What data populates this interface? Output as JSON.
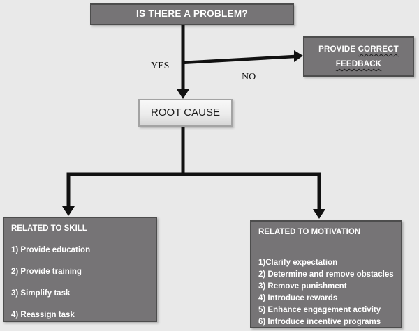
{
  "diagram": {
    "title_box": {
      "label": "IS THERE A PROBLEM?"
    },
    "branch_labels": {
      "yes": "YES",
      "no": "NO"
    },
    "feedback_box": {
      "line1_plain": "PROVIDE ",
      "line1_squiggle": "CORRECT",
      "line2_squiggle": "FEEDBACK"
    },
    "root_cause_box": {
      "label": "ROOT CAUSE"
    },
    "skill_box": {
      "title": "RELATED TO SKILL",
      "items": [
        "1) Provide education",
        "2) Provide training",
        "3) Simplify task",
        "4) Reassign task"
      ]
    },
    "motivation_box": {
      "title": "RELATED TO MOTIVATION",
      "items": [
        "1)Clarify expectation",
        "2) Determine and remove obstacles",
        "3) Remove punishment",
        "4) Introduce rewards",
        "5) Enhance engagement activity",
        "6) Introduce incentive programs"
      ]
    },
    "colors": {
      "background": "#e9e9e9",
      "dark_box_fill": "#767476",
      "dark_box_border": "#4d4d4d",
      "light_box_fill_top": "#f8f8f8",
      "light_box_fill_bottom": "#d6d6d6",
      "light_box_border": "#a3a3a3",
      "connector": "#111111",
      "text_on_dark": "#ffffff",
      "text_on_light": "#1a1a1a"
    }
  }
}
